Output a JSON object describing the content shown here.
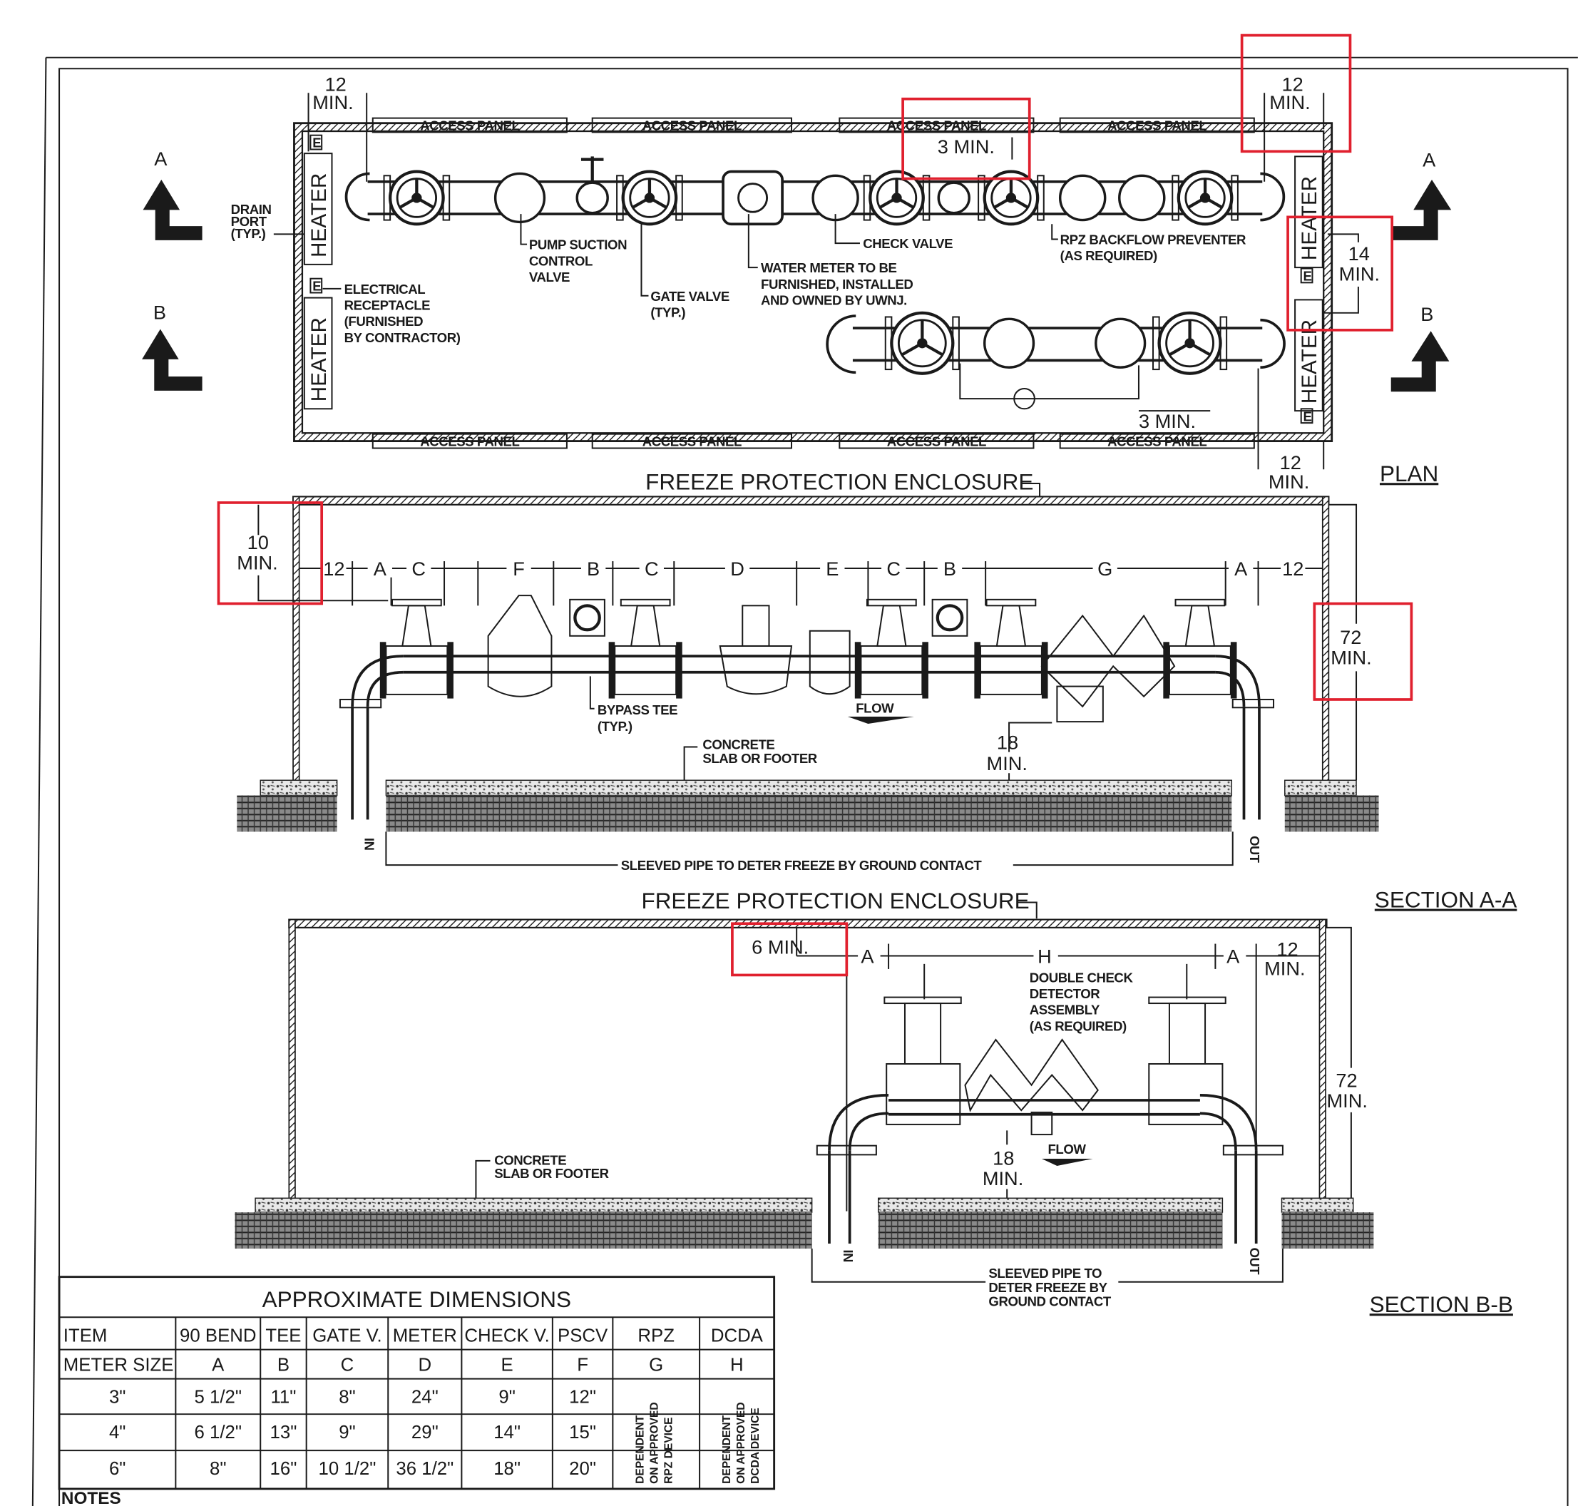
{
  "plan": {
    "access_panel": "ACCESS PANEL",
    "heater": "HEATER",
    "electrical_mark": "E",
    "dim_12_min_value": "12",
    "dim_min": "MIN.",
    "dim_3_min": "3 MIN.",
    "dim_14": "14",
    "labels": {
      "drain_port": [
        "DRAIN",
        "PORT",
        "(TYP.)"
      ],
      "pump_suction": [
        "PUMP SUCTION",
        "CONTROL",
        "VALVE"
      ],
      "gate_valve": [
        "GATE VALVE",
        "(TYP.)"
      ],
      "water_meter": [
        "WATER METER TO BE",
        "FURNISHED, INSTALLED",
        "AND OWNED BY UWNJ."
      ],
      "check_valve": "CHECK VALVE",
      "rpz": [
        "RPZ BACKFLOW PREVENTER",
        "(AS REQUIRED)"
      ],
      "electrical": [
        "ELECTRICAL",
        "RECEPTACLE",
        "(FURNISHED",
        "BY CONTRACTOR)"
      ]
    },
    "section_marks": {
      "a": "A",
      "b": "B"
    },
    "title": "PLAN"
  },
  "section_aa": {
    "enclosure": "FREEZE PROTECTION ENCLOSURE",
    "dim_10": "10",
    "dim_72": "72",
    "dim_18": "18",
    "min": "MIN.",
    "dim_letters": [
      "12",
      "A",
      "C",
      "F",
      "B",
      "C",
      "D",
      "E",
      "C",
      "B",
      "G",
      "A",
      "12"
    ],
    "bypass_tee": [
      "BYPASS TEE",
      "(TYP.)"
    ],
    "flow": "FLOW",
    "concrete": [
      "CONCRETE",
      "SLAB OR FOOTER"
    ],
    "sleeved": "SLEEVED PIPE TO DETER FREEZE BY GROUND CONTACT",
    "in": "IN",
    "out": "OUT",
    "title": "SECTION A-A"
  },
  "section_bb": {
    "enclosure": "FREEZE PROTECTION ENCLOSURE",
    "dim_6": "6 MIN.",
    "dim_12": "12",
    "dim_72": "72",
    "dim_18": "18",
    "min": "MIN.",
    "letter_a": "A",
    "letter_h": "H",
    "dcda": [
      "DOUBLE CHECK",
      "DETECTOR",
      "ASSEMBLY",
      "(AS REQUIRED)"
    ],
    "flow": "FLOW",
    "concrete": [
      "CONCRETE",
      "SLAB OR FOOTER"
    ],
    "sleeved": [
      "SLEEVED PIPE TO",
      "DETER FREEZE BY",
      "GROUND CONTACT"
    ],
    "in": "IN",
    "out": "OUT",
    "title": "SECTION B-B"
  },
  "table": {
    "title": "APPROXIMATE DIMENSIONS",
    "header_item": [
      "ITEM",
      "90 BEND",
      "TEE",
      "GATE V.",
      "METER",
      "CHECK V.",
      "PSCV",
      "RPZ",
      "DCDA"
    ],
    "header_size": [
      "METER SIZE",
      "A",
      "B",
      "C",
      "D",
      "E",
      "F",
      "G",
      "H"
    ],
    "rows": [
      [
        "3\"",
        "5 1/2\"",
        "11\"",
        "8\"",
        "24\"",
        "9\"",
        "12\""
      ],
      [
        "4\"",
        "6 1/2\"",
        "13\"",
        "9\"",
        "29\"",
        "14\"",
        "15\""
      ],
      [
        "6\"",
        "8\"",
        "16\"",
        "10 1/2\"",
        "36 1/2\"",
        "18\"",
        "20\""
      ]
    ],
    "rpz_note": [
      "DEPENDENT",
      "ON APPROVED",
      "RPZ DEVICE"
    ],
    "dcda_note": [
      "DEPENDENT",
      "ON APPROVED",
      "DCDA DEVICE"
    ]
  },
  "notes_heading": "NOTES",
  "colors": {
    "ink": "#1a1a1a",
    "highlight": "#e0202e"
  }
}
